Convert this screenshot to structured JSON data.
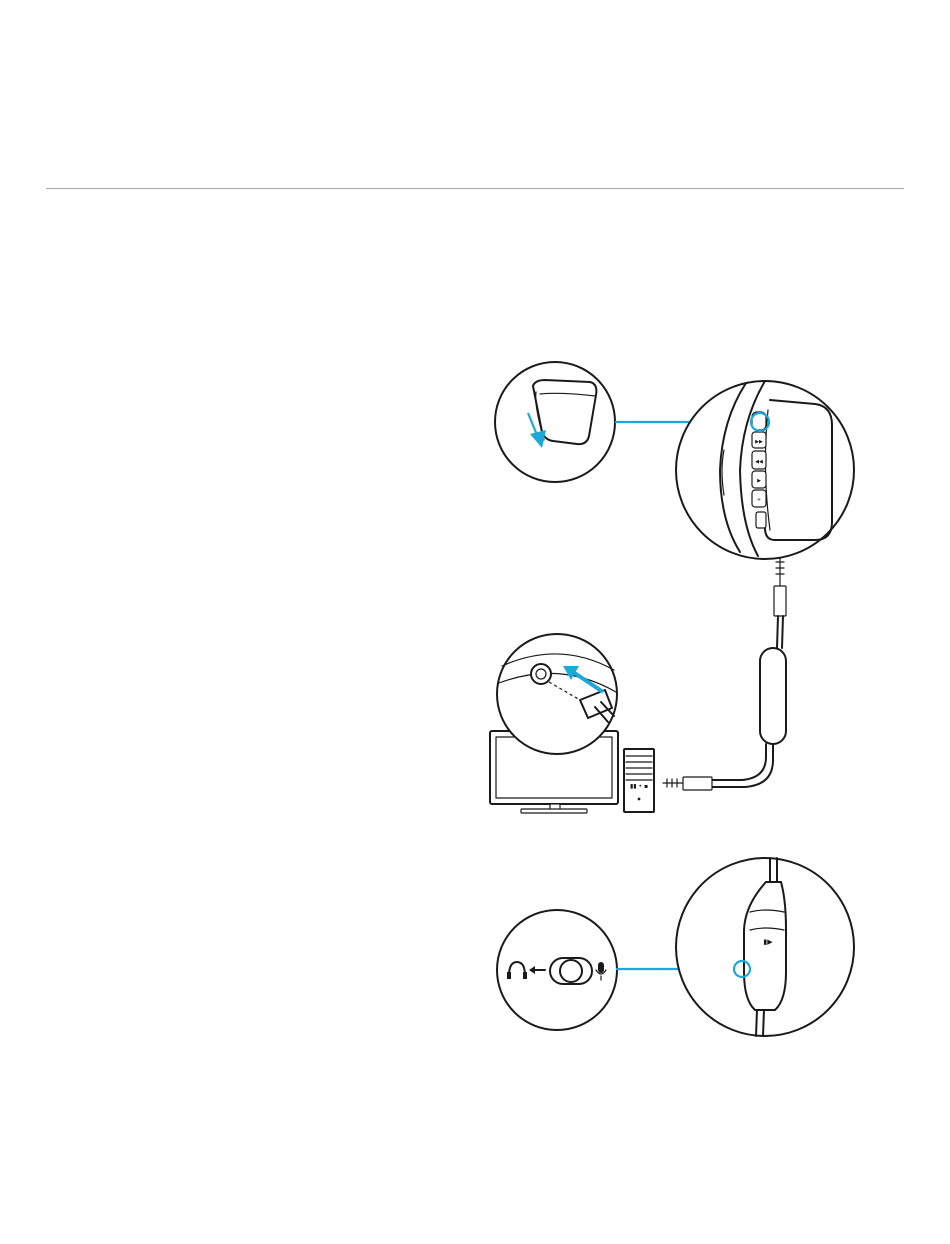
{
  "colors": {
    "accent": "#1ea7db",
    "line": "#1a1a1a",
    "rule": "#a7a7a7"
  },
  "figures": {
    "step1": {
      "name": "headset-mic-stow-and-earcup-controls",
      "icons": [
        "arrow-down-icon",
        "mic-boom-icon",
        "earcup-controls-icon"
      ]
    },
    "step2": {
      "name": "plug-into-computer",
      "icons": [
        "audio-jack-icon",
        "arrow-left-icon",
        "monitor-icon",
        "pc-tower-icon",
        "cable-icon"
      ]
    },
    "step3": {
      "name": "inline-switch-mode",
      "icons": [
        "headphone-icon",
        "arrow-left-icon",
        "toggle-switch-icon",
        "microphone-icon",
        "inline-remote-icon"
      ]
    }
  }
}
